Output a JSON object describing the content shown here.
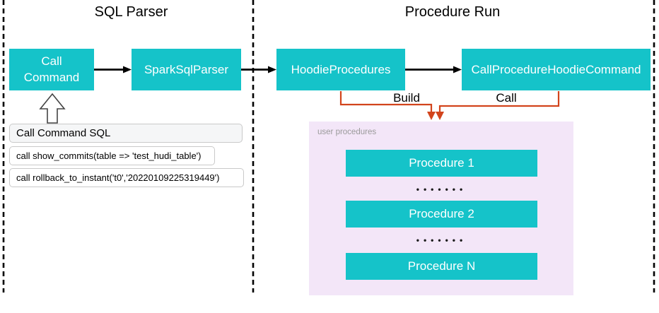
{
  "titles": {
    "sql_parser": "SQL Parser",
    "procedure_run": "Procedure Run"
  },
  "nodes": {
    "call_command": {
      "label": "Call Command"
    },
    "spark_sql_parser": {
      "label": "SparkSqlParser"
    },
    "hoodie_procedures": {
      "label": "HoodieProcedures"
    },
    "call_procedure_hoodie_command": {
      "label": "CallProcedureHoodieCommand"
    }
  },
  "edge_labels": {
    "build": "Build",
    "call": "Call"
  },
  "sql_panel": {
    "header": "Call Command SQL",
    "rows": [
      "call show_commits(table => 'test_hudi_table')",
      "call rollback_to_instant('t0','20220109225319449')"
    ]
  },
  "user_procedures": {
    "panel_label": "user procedures",
    "items": [
      "Procedure 1",
      "Procedure 2",
      "Procedure N"
    ],
    "ellipsis": "•••••••"
  },
  "colors": {
    "node_fill": "#15c3c9",
    "connector_orange": "#d2441c",
    "panel_purple": "#f3e6f8",
    "sql_header_gray": "#f5f6f7"
  }
}
